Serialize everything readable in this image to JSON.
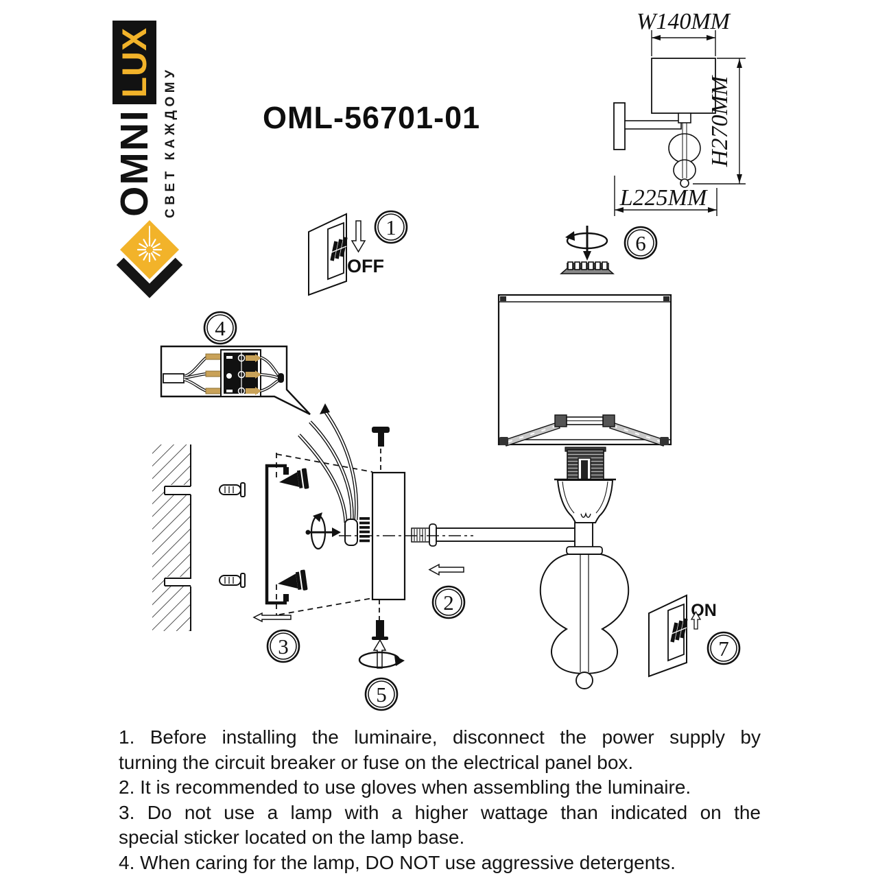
{
  "brand": {
    "omni": "OMNI",
    "lux": "LUX",
    "tagline": "СВЕТ КАЖДОМУ",
    "yellow": "#F2B32A"
  },
  "title": "OML-56701-01",
  "dims": {
    "w": "W140MM",
    "h": "H270MM",
    "l": "L225MM"
  },
  "labels": {
    "off": "OFF",
    "on": "ON"
  },
  "steps": {
    "s1": "1",
    "s2": "2",
    "s3": "3",
    "s4": "4",
    "s5": "5",
    "s6": "6",
    "s7": "7"
  },
  "colors": {
    "ink": "#111111",
    "gold": "#C9A258",
    "brand_yellow": "#F2B32A"
  },
  "instructions": [
    "1. Before installing the luminaire, disconnect the power supply by",
    "turning the circuit breaker or fuse on the electrical panel box.",
    "2. It is recommended to use gloves when assembling the luminaire.",
    "3. Do not use a lamp with a higher wattage than indicated on the",
    "special sticker located on the lamp base.",
    "4. When caring for the lamp, DO NOT use aggressive detergents."
  ]
}
